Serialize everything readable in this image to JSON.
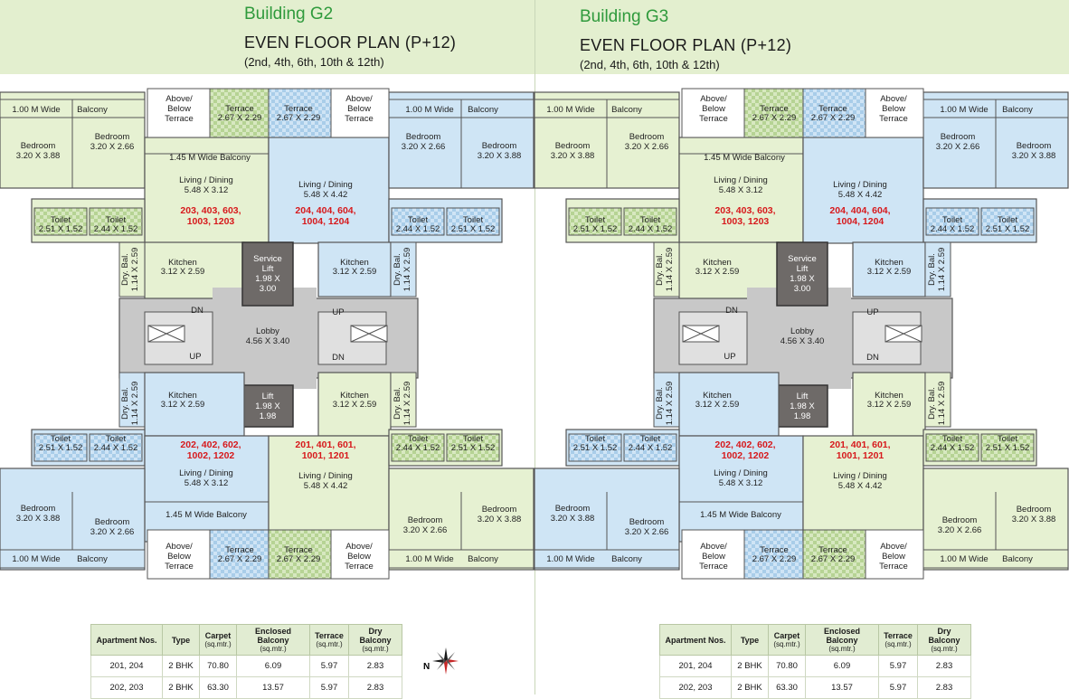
{
  "buildings": [
    {
      "name": "Building G2",
      "plan_title": "EVEN FLOOR PLAN (P+12)",
      "floors": "(2nd, 4th, 6th, 10th & 12th)"
    },
    {
      "name": "Building G3",
      "plan_title": "EVEN FLOOR PLAN (P+12)",
      "floors": "(2nd, 4th, 6th, 10th & 12th)"
    }
  ],
  "plan": {
    "balcony_1m": "1.00 M Wide",
    "balcony": "Balcony",
    "above_below": [
      "Above/",
      "Below",
      "Terrace"
    ],
    "terrace": "Terrace",
    "terrace_size": "2.67 X 2.29",
    "bedroom": "Bedroom",
    "bedroom_a": "3.20 X 3.88",
    "bedroom_b": "3.20 X 2.66",
    "wide_balcony": "1.45 M Wide Balcony",
    "living_dining": "Living / Dining",
    "living_a": "5.48 X 3.12",
    "living_b": "5.48 X 4.42",
    "toilet": "Toilet",
    "toilet_a": "2.51 X 1.52",
    "toilet_b": "2.44 X 1.52",
    "kitchen": "Kitchen",
    "kitchen_size": "3.12 X 2.59",
    "dry_bal": "Dry. Bal.",
    "dry_bal_size": "1.14 X 2.59",
    "service_lift": [
      "Service",
      "Lift",
      "1.98 X",
      "3.00"
    ],
    "lift": [
      "Lift",
      "1.98 X",
      "1.98"
    ],
    "lobby": "Lobby",
    "lobby_size": "4.56 X 3.40",
    "dn": "DN",
    "up": "UP",
    "apt_tl": [
      "203, 403, 603,",
      "1003, 1203"
    ],
    "apt_tr": [
      "204, 404, 604,",
      "1004, 1204"
    ],
    "apt_bl": [
      "202, 402, 602,",
      "1002, 1202"
    ],
    "apt_br": [
      "201, 401, 601,",
      "1001, 1201"
    ]
  },
  "table": {
    "headers": [
      {
        "label": "Apartment Nos.",
        "unit": ""
      },
      {
        "label": "Type",
        "unit": ""
      },
      {
        "label": "Carpet",
        "unit": "(sq.mtr.)"
      },
      {
        "label": "Enclosed Balcony",
        "unit": "(sq.mtr.)"
      },
      {
        "label": "Terrace",
        "unit": "(sq.mtr.)"
      },
      {
        "label": "Dry Balcony",
        "unit": "(sq.mtr.)"
      }
    ],
    "rows": [
      [
        "201, 204",
        "2 BHK",
        "70.80",
        "6.09",
        "5.97",
        "2.83"
      ],
      [
        "202, 203",
        "2 BHK",
        "63.30",
        "13.57",
        "5.97",
        "2.83"
      ]
    ]
  },
  "compass": {
    "north": "N"
  },
  "colors": {
    "green_unit": "#e6f1d2",
    "blue_unit": "#cfe5f5",
    "core_gray": "#c8c8c8",
    "lift_dark": "#6e6a68",
    "apt_label_red": "#d7191c",
    "title_green": "#2f9a3c",
    "header_bg": "#e3efcf"
  }
}
